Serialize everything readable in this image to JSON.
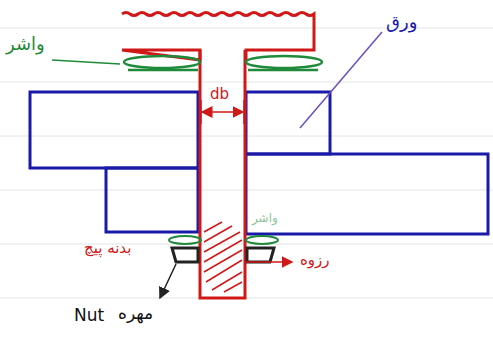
{
  "diagram": {
    "labels": [
      "واشر",
      "ورق",
      "db",
      "واشر",
      "بدنه پیچ",
      "رزوه",
      "Nut",
      "مهره"
    ]
  }
}
